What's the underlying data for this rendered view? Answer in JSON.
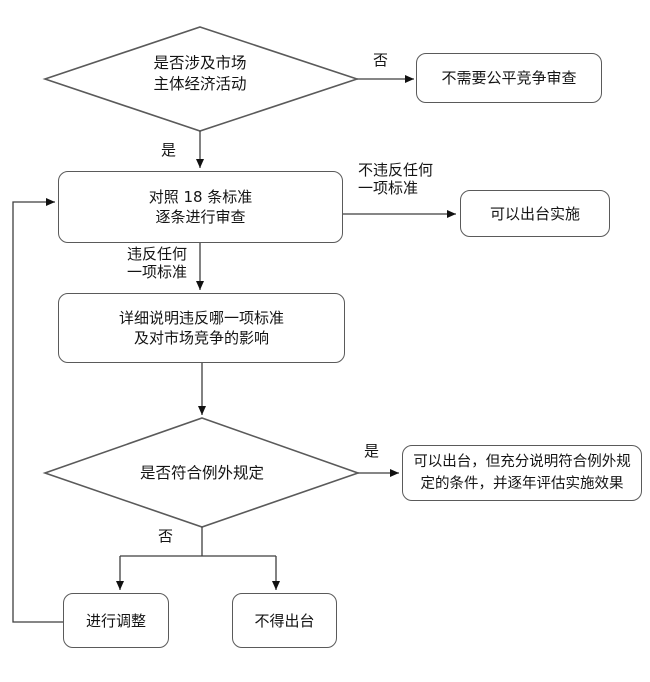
{
  "flowchart": {
    "title": "fair-competition-review-flowchart",
    "nodes": {
      "decision_market_activity": "是否涉及市场\n主体经济活动",
      "no_review_needed": "不需要公平竞争审查",
      "review_18_standards": "对照 18 条标准\n逐条进行审查",
      "can_implement": "可以出台实施",
      "explain_violation": "详细说明违反哪一项标准\n及对市场竞争的影响",
      "decision_exception": "是否符合例外规定",
      "implement_with_conditions": "可以出台，但充分说明符合例外规\n定的条件，并逐年评估实施效果",
      "adjust": "进行调整",
      "do_not_issue": "不得出台"
    },
    "edge_labels": {
      "no_top": "否",
      "yes_top": "是",
      "no_violation": "不违反任何\n一项标准",
      "violation": "违反任何\n一项标准",
      "yes_exception": "是",
      "no_exception": "否"
    },
    "colors": {
      "background": "#ffffff",
      "shape_border": "#5a5a5a",
      "connector_line": "#3f3f3f",
      "arrowhead": "#111111",
      "text": "#141414"
    }
  }
}
